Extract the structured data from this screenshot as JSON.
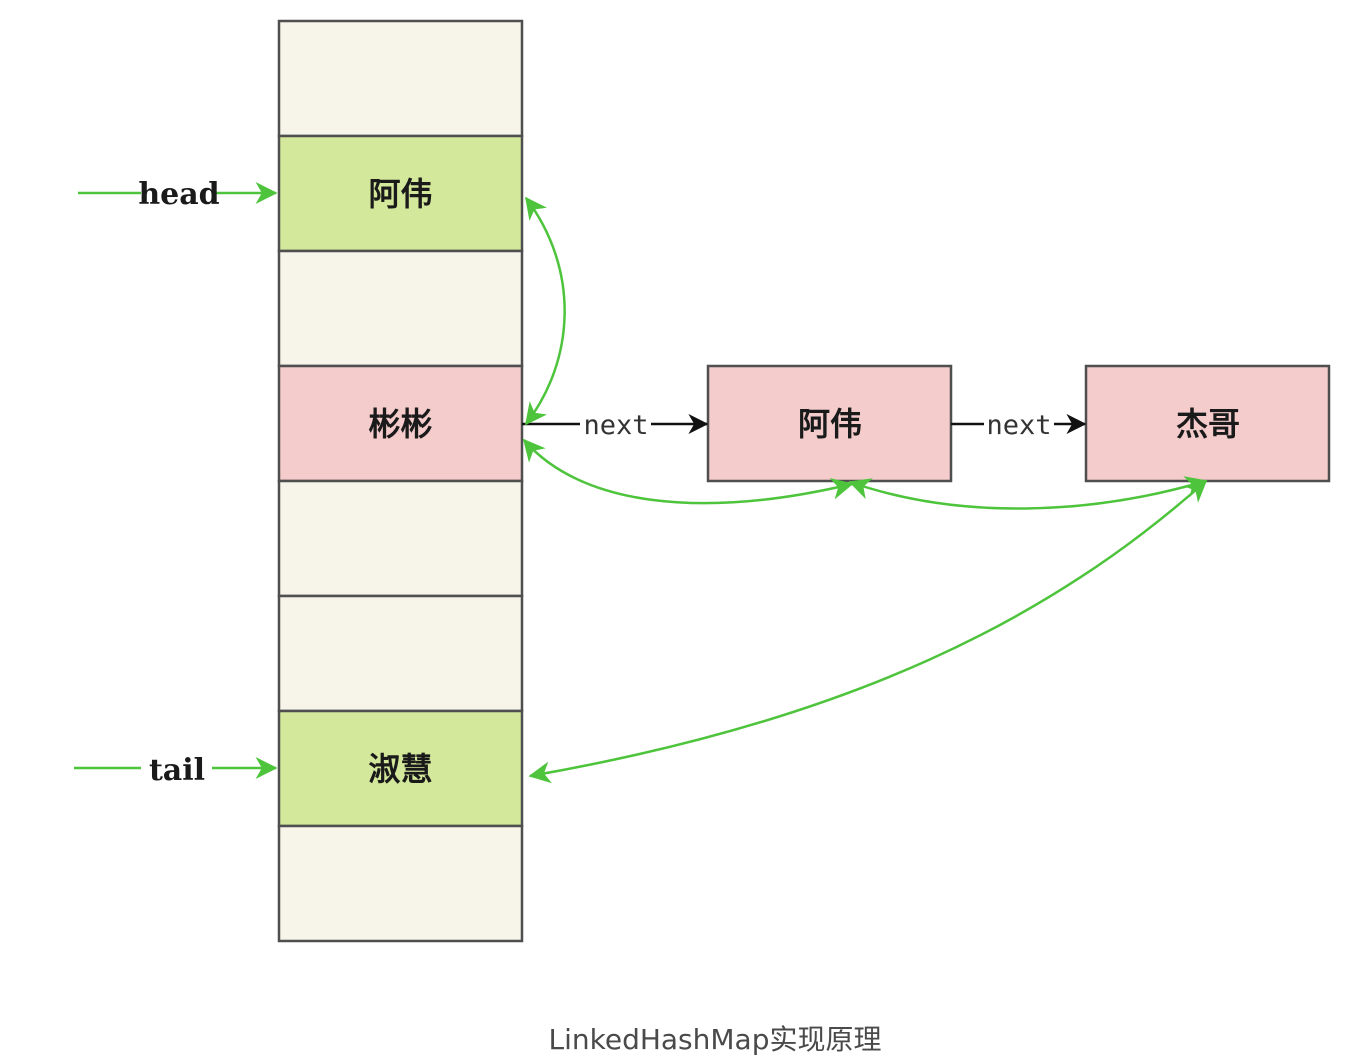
{
  "colors": {
    "cell_empty": "#f7f4ea",
    "cell_green": "#d3e89b",
    "cell_pink": "#f4cccc",
    "stroke": "#4f4f4f",
    "link_green": "#4ec43c",
    "black_arrow": "#111111"
  },
  "array": {
    "cells": [
      {
        "label": "",
        "kind": "empty"
      },
      {
        "label": "阿伟",
        "kind": "green"
      },
      {
        "label": "",
        "kind": "empty"
      },
      {
        "label": "彬彬",
        "kind": "pink"
      },
      {
        "label": "",
        "kind": "empty"
      },
      {
        "label": "",
        "kind": "empty"
      },
      {
        "label": "淑慧",
        "kind": "green"
      },
      {
        "label": "",
        "kind": "empty"
      }
    ]
  },
  "pointers": {
    "head": "head",
    "tail": "tail"
  },
  "chain": {
    "nodes": [
      {
        "label": "阿伟",
        "kind": "pink"
      },
      {
        "label": "杰哥",
        "kind": "pink"
      }
    ],
    "links": [
      {
        "label": "next"
      },
      {
        "label": "next"
      }
    ]
  },
  "caption": "LinkedHashMap实现原理"
}
